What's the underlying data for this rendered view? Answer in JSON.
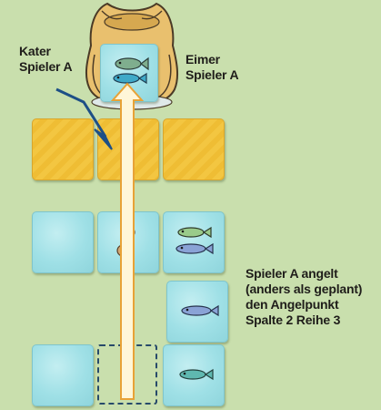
{
  "labels": {
    "cat": [
      "Kater",
      "Spieler A"
    ],
    "bucket": [
      "Eimer",
      "Spieler A"
    ],
    "action": [
      "Spieler A angelt",
      "(anders als geplant)",
      "den Angelpunkt",
      "Spalte 2 Reihe 3"
    ]
  },
  "board": {
    "columns": 3,
    "description_rows": [
      "face-down",
      "water",
      "water",
      "water"
    ]
  },
  "colors": {
    "background": "#c9dfad",
    "tile_back": "#f3c641",
    "tile_water": "#9fe0e6",
    "arrow_light": "#fff6d8",
    "arrow_border": "#e8a236",
    "pointer": "#1d4f86"
  },
  "icons": {
    "cat": "cat-figure-icon",
    "bucket_fish": "fish-pair-icon",
    "fish": "fish-icon",
    "pointer": "pointer-arrow-icon"
  }
}
